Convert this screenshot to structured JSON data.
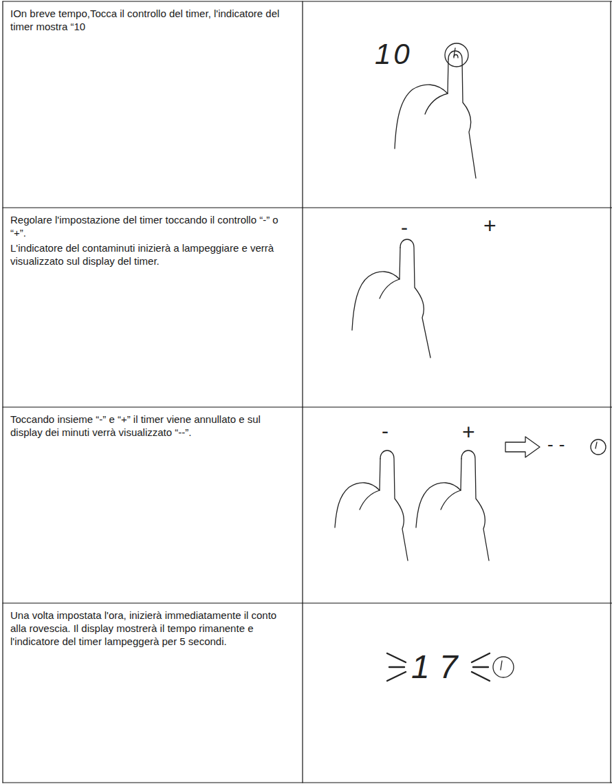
{
  "diagram": {
    "nodes": [
      {
        "text": [
          "IOn breve tempo,Tocca il controllo del timer, l'indicatore del timer mostra “10"
        ]
      },
      {
        "text": [
          "Regolare l'impostazione del timer toccando il controllo “-” o “+”.",
          "L'indicatore del contaminuti inizierà a lampeggiare e verrà visualizzato sul display del timer."
        ]
      },
      {
        "text": [
          "Toccando insieme “-” e “+” il timer viene annullato e sul display dei minuti verrà visualizzato “--”."
        ]
      },
      {
        "text": [
          "Una volta impostata l'ora, inizierà immediatamente il conto alla rovescia. Il display mostrerà il tempo rimanente e l'indicatore del timer lampeggerà per 5 secondi."
        ]
      }
    ],
    "labels": [
      "10",
      "-",
      "+",
      "-",
      "+",
      "--",
      "17"
    ]
  }
}
